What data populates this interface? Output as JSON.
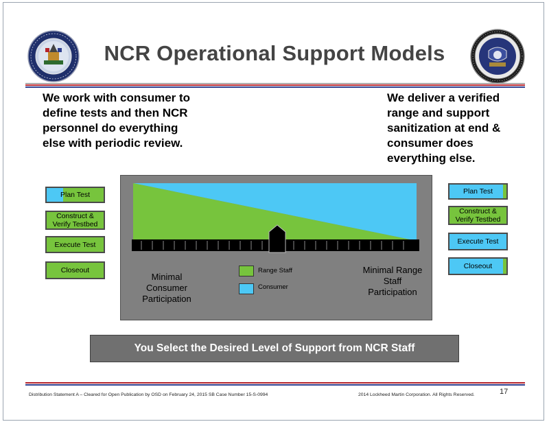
{
  "title": "NCR Operational Support Models",
  "left_text": "We work with consumer to define tests and then NCR personnel do everything else with periodic review.",
  "right_text": "We deliver a verified range and support sanitization at end & consumer does everything else.",
  "left_steps": [
    {
      "label": "Plan Test"
    },
    {
      "label": "Construct & Verify Testbed"
    },
    {
      "label": "Execute Test"
    },
    {
      "label": "Closeout"
    }
  ],
  "right_steps": [
    {
      "label": "Plan Test"
    },
    {
      "label": "Construct & Verify Testbed"
    },
    {
      "label": "Execute Test"
    },
    {
      "label": "Closeout"
    }
  ],
  "diagram": {
    "left_label": "Minimal Consumer Participation",
    "right_label": "Minimal Range Staff Participation",
    "legend": [
      {
        "label": "Range Staff",
        "color": "#77c43d"
      },
      {
        "label": "Consumer",
        "color": "#4dc8f5"
      }
    ]
  },
  "banner": "You Select the Desired Level of Support from NCR Staff",
  "footer": {
    "left": "Distribution Statement A – Cleared for Open Publication by OSD on February 24, 2015 SB Case Number 15-S-0994",
    "right": "2014 Lockheed Martin Corporation. All Rights Reserved.",
    "page": "17"
  },
  "colors": {
    "green": "#77c43d",
    "blue": "#4dc8f5",
    "rule_red": "#b5242b",
    "rule_blue": "#2f3f8f"
  },
  "icons": {
    "left_logo": "test-resource-management-center-seal",
    "right_logo": "national-cyber-range-seal",
    "slider": "slider-knob-icon"
  }
}
